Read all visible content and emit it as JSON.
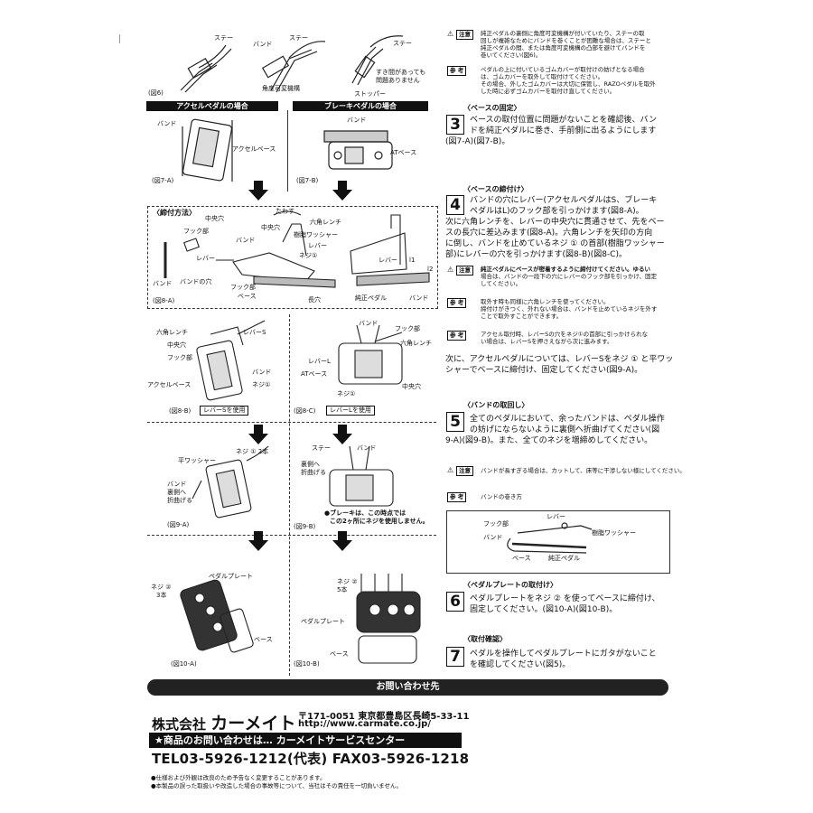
{
  "top": {
    "fig6_caption": "(図6)",
    "label_stay1": "ステー",
    "label_band1": "バンド",
    "label_stay2": "ステー",
    "label_angle": "角度可変機構",
    "label_stay3": "ステー",
    "label_gap": "すき間があっても",
    "label_gap2": "問題ありません",
    "label_stopper": "ストッパー"
  },
  "notes_top": {
    "caution_badge": "注意",
    "caution_text": [
      "純正ペダルの裏側に角度可変機構が付いていたり、ステーの取",
      "回しが複雑なためにバンドを巻くことが困難な場合は、ステーと",
      "純正ペダルの間、または角度可変機構の凸部を避けてバンドを",
      "巻いてください(図6)。"
    ],
    "ref_badge": "参 考",
    "ref_text": [
      "ペダルの上に付いているゴムカバーが取付けの妨げとなる場合",
      "は、ゴムカバーを取外して取付けてください。",
      "その場合、外したゴムカバーは大切に保管し、RAZOペダルを取外",
      "した時に必ずゴムカバーを取付け直してください。"
    ]
  },
  "fig7": {
    "head_a": "アクセルペダルの場合",
    "head_b": "ブレーキペダルの場合",
    "band_a": "バンド",
    "accel_base": "アクセルベース",
    "cap_a": "(図7-A)",
    "band_b": "バンド",
    "at_base": "ATベース",
    "cap_b": "(図7-B)"
  },
  "step3": {
    "title": "〈ベースの固定〉",
    "num": "3",
    "lines": [
      "ベースの取付位置に問題がないことを確認後、バン",
      "ドを純正ペダルに巻き、手前側に出るようにします",
      "(図7-A)(図7-B)。"
    ]
  },
  "fig8a": {
    "method": "〈締付方法〉",
    "center_hole": "中央穴",
    "hook": "フック部",
    "lever": "レバー",
    "band": "バンド",
    "band_hole": "バンドの穴",
    "slack": "たわす",
    "hex": "六角レンチ",
    "center_hole2": "中央穴",
    "resin": "樹脂ワッシャー",
    "band2": "バンド",
    "lever2": "レバー",
    "screw1": "ネジ①",
    "hook2": "フック部",
    "base": "ベース",
    "long_hole": "長穴",
    "lever3": "レバー",
    "l1": "l1",
    "l2": "l2",
    "oem": "純正ペダル",
    "band3": "バンド",
    "cap": "(図8-A)"
  },
  "step4": {
    "title": "〈ベースの締付け〉",
    "num": "4",
    "lines": [
      "バンドの穴にレバー(アクセルペダルはS、ブレーキ",
      "ペダルはL)のフック部を引っかけます(図8-A)。",
      "次に六角レンチを、レバーの中央穴に貫通させて、先をベー",
      "スの長穴に差込みます(図8-A)。六角レンチを矢印の方向",
      "に倒し、バンドを止めているネジ ① の首部(樹脂ワッシャー",
      "部)にレバーの穴を引っかけます(図8-B)(図8-C)。"
    ],
    "caution_badge": "注意",
    "caution": [
      "純正ペダルにベースが密着するように締付けてください。ゆるい",
      "場合は、バンドの一段下の穴にレバーのフック部を引っかけ、固定",
      "してください。"
    ],
    "ref1_badge": "参 考",
    "ref1": [
      "取外す時も同様に六角レンチを使ってください。",
      "締付けがきつく、外れない場合は、バンドを止めているネジを外す",
      "ことで取外すことができます。"
    ],
    "ref2_badge": "参 考",
    "ref2": [
      "アクセル取付時、レバーSの穴をネジ①の首部に引っかけられな",
      "い場合は、レバーSを押さえながら次に進みます。"
    ],
    "after": [
      "次に、アクセルペダルについては、レバーSをネジ ① と平ワッ",
      "シャーでベースに締付け、固定してください(図9-A)。"
    ]
  },
  "fig8b": {
    "hex": "六角レンチ",
    "lever_s": "レバーS",
    "center": "中央穴",
    "hook": "フック部",
    "band": "バンド",
    "accel_base": "アクセルベース",
    "screw": "ネジ①",
    "cap": "(図8-B)",
    "use": "レバーSを使用"
  },
  "fig8c": {
    "band": "バンド",
    "hook": "フック部",
    "hex": "六角レンチ",
    "lever_l": "レバーL",
    "at_base": "ATベース",
    "center": "中央穴",
    "screw": "ネジ①",
    "cap": "(図8-C)",
    "use": "レバーLを使用"
  },
  "fig9a": {
    "screw": "ネジ ① 2本",
    "washer": "平ワッシャー",
    "band": "バンド",
    "fold1": "裏側へ",
    "fold2": "折曲げる",
    "cap": "(図9-A)"
  },
  "fig9b": {
    "stay": "ステー",
    "band": "バンド",
    "fold1": "裏側へ",
    "fold2": "折曲げる",
    "note1": "●ブレーキは、この時点では",
    "note2": "この2ヶ所にネジを使用しません。",
    "cap": "(図9-B)"
  },
  "step5": {
    "title": "〈バンドの取回し〉",
    "num": "5",
    "lines": [
      "全てのペダルにおいて、余ったバンドは、ペダル操作",
      "の妨げにならないように裏側へ折曲げてください(図",
      "9-A)(図9-B)。また、全てのネジを増締めしてください。"
    ],
    "caution_badge": "注意",
    "caution": "バンドが長すぎる場合は、カットして、床等に干渉しない様にしてください。",
    "ref_badge": "参 考",
    "ref": "バンドの巻き方",
    "box_lever": "レバー",
    "box_hook": "フック部",
    "box_band": "バンド",
    "box_resin": "樹脂ワッシャー",
    "box_base": "ベース",
    "box_oem": "純正ペダル"
  },
  "fig10a": {
    "screw": "ネジ ②",
    "count": "3本",
    "plate": "ペダルプレート",
    "base": "ベース",
    "cap": "(図10-A)"
  },
  "fig10b": {
    "screw": "ネジ ②",
    "count": "5本",
    "plate": "ペダルプレート",
    "base": "ベース",
    "cap": "(図10-B)"
  },
  "step6": {
    "title": "〈ペダルプレートの取付け〉",
    "num": "6",
    "lines": [
      "ペダルプレートをネジ ② を使ってベースに締付け、",
      "固定してください。(図10-A)(図10-B)。"
    ]
  },
  "step7": {
    "title": "〈取付確認〉",
    "num": "7",
    "lines": [
      "ペダルを操作してペダルプレートにガタがないこと",
      "を確認してください(図5)。"
    ]
  },
  "contact": {
    "bar": "お問い合わせ先",
    "company_prefix": "株式会社",
    "company": "カーメイト",
    "address": "〒171-0051 東京都豊島区長崎5-33-11",
    "url": "http://www.carmate.co.jp/",
    "inquiry": "★商品のお問い合わせは… カーメイトサービスセンター",
    "tel": "TEL03-5926-1212(代表) FAX03-5926-1218",
    "fine1": "●仕様および外観は改良のため予告なく変更することがあります。",
    "fine2": "●本製品の誤った取扱いや改造した場合の事故等について、当社はその責任を一切負いません。"
  }
}
